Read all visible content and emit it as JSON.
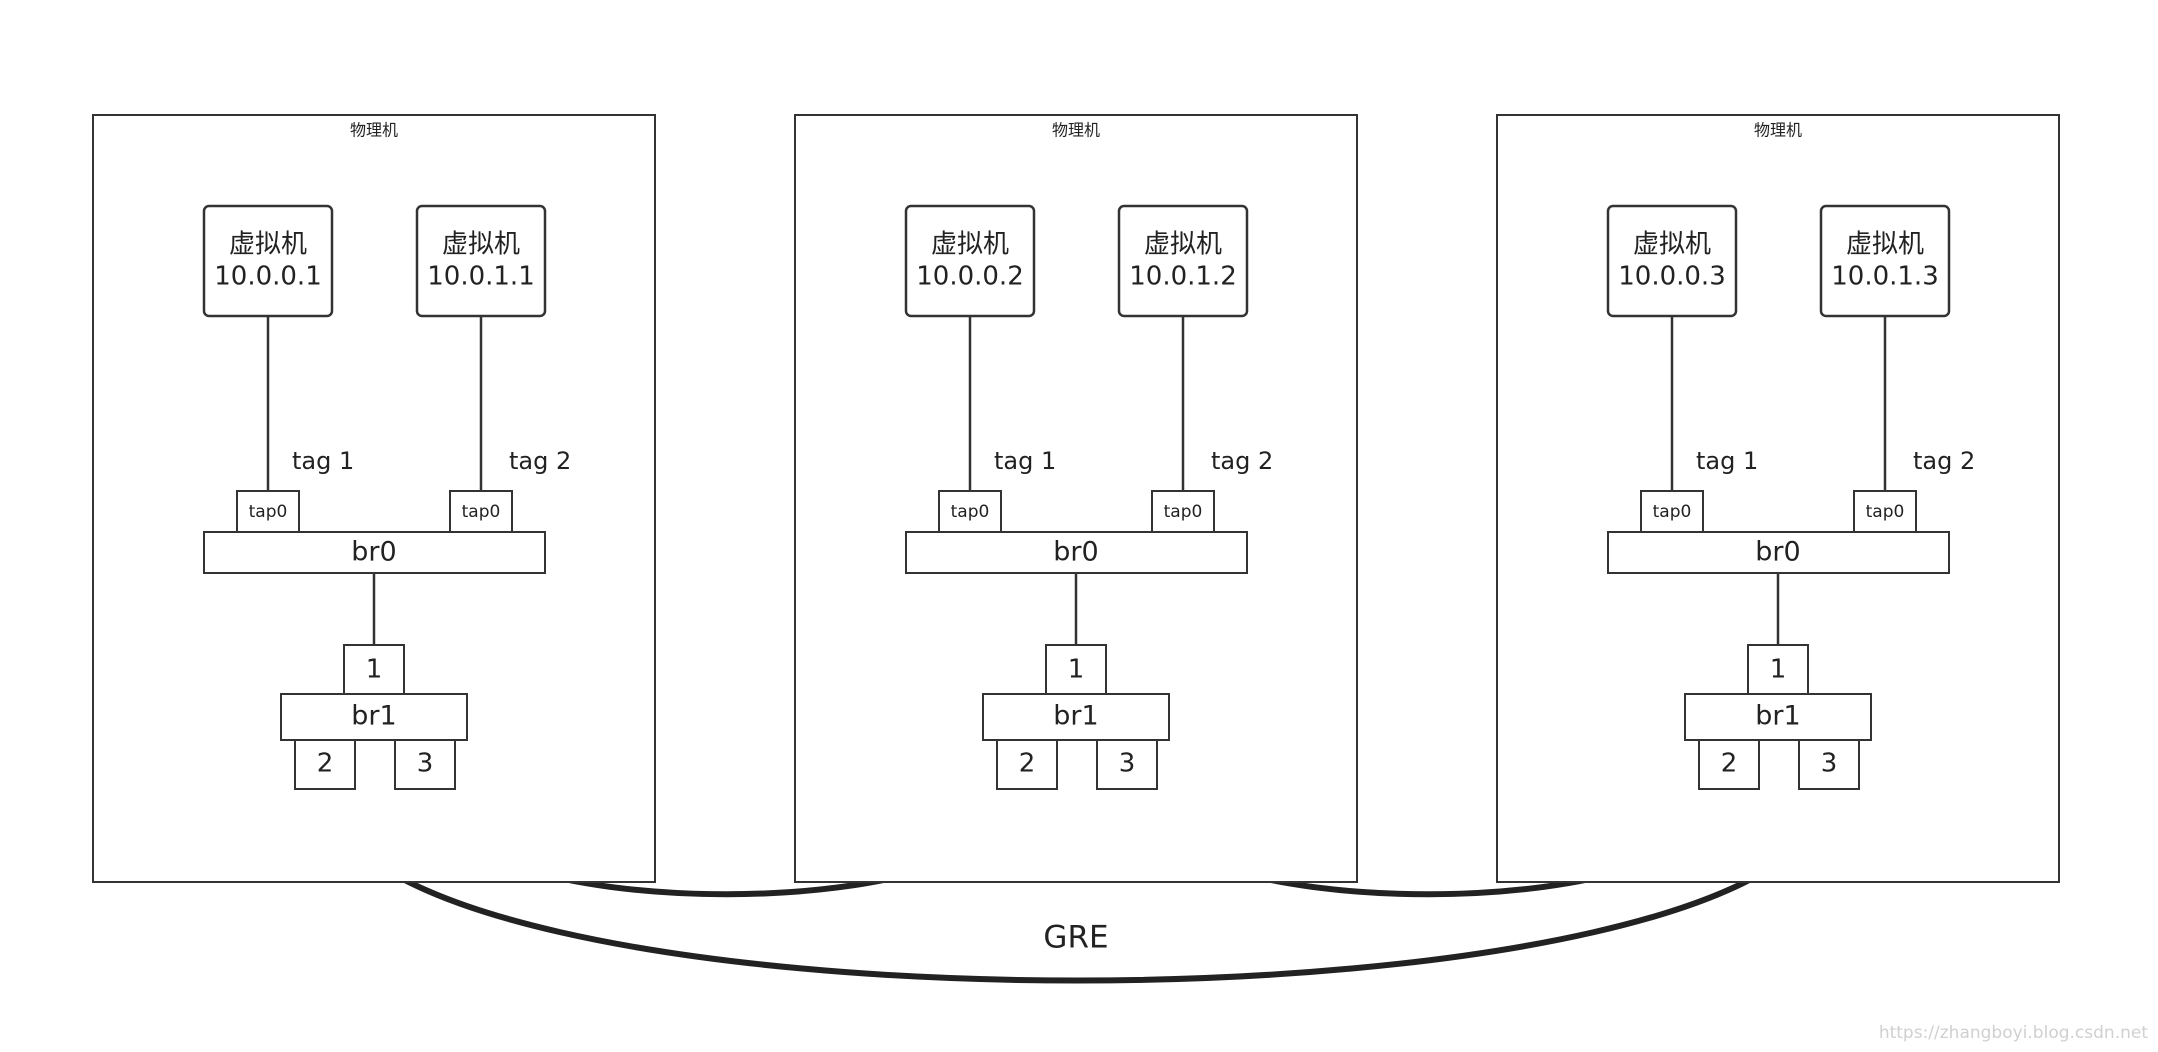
{
  "hosts": [
    {
      "label": "物理机",
      "vms": [
        {
          "title": "虚拟机",
          "ip": "10.0.0.1",
          "tag": "tag 1",
          "tap": "tap0"
        },
        {
          "title": "虚拟机",
          "ip": "10.0.1.1",
          "tag": "tag 2",
          "tap": "tap0"
        }
      ],
      "br0": "br0",
      "br1": "br1",
      "ports": [
        "1",
        "2",
        "3"
      ]
    },
    {
      "label": "物理机",
      "vms": [
        {
          "title": "虚拟机",
          "ip": "10.0.0.2",
          "tag": "tag 1",
          "tap": "tap0"
        },
        {
          "title": "虚拟机",
          "ip": "10.0.1.2",
          "tag": "tag 2",
          "tap": "tap0"
        }
      ],
      "br0": "br0",
      "br1": "br1",
      "ports": [
        "1",
        "2",
        "3"
      ]
    },
    {
      "label": "物理机",
      "vms": [
        {
          "title": "虚拟机",
          "ip": "10.0.0.3",
          "tag": "tag 1",
          "tap": "tap0"
        },
        {
          "title": "虚拟机",
          "ip": "10.0.1.3",
          "tag": "tag 2",
          "tap": "tap0"
        }
      ],
      "br0": "br0",
      "br1": "br1",
      "ports": [
        "1",
        "2",
        "3"
      ]
    }
  ],
  "tunnel_label": "GRE",
  "watermark": "https://zhangboyi.blog.csdn.net",
  "tunnels": [
    {
      "from_host": 1,
      "from_port": "3",
      "to_host": 2,
      "to_port": "2"
    },
    {
      "from_host": 2,
      "from_port": "3",
      "to_host": 3,
      "to_port": "2"
    },
    {
      "from_host": 1,
      "from_port": "2",
      "to_host": 3,
      "to_port": "3"
    }
  ]
}
